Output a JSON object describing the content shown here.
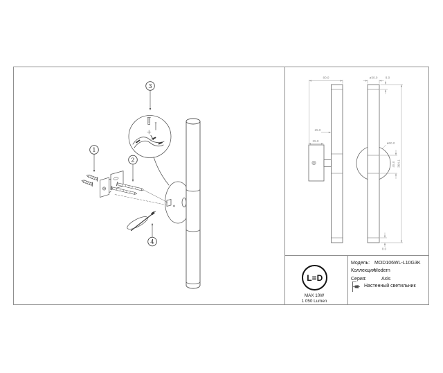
{
  "assembly": {
    "balloons": [
      {
        "num": "1"
      },
      {
        "num": "2"
      },
      {
        "num": "3"
      },
      {
        "num": "4"
      }
    ]
  },
  "dims": {
    "side_width": "80.0",
    "tube_diameter": "ø30.0",
    "top_cap": "8.0",
    "arm_offset": "25.0",
    "plate_width": "35.0",
    "canopy_diameter": "ø60.0",
    "hub_height": "45.0",
    "total_height": "364.1",
    "bottom_cap": "8.0"
  },
  "spec": {
    "led": {
      "l": "L",
      "e": "≡",
      "d": "D",
      "max_power": "MAX 10W",
      "lumen": "1 050 Lumen"
    },
    "model_label": "Модель:",
    "model_value": "MOD106WL-L10G3K",
    "collection_label": "Коллекция:",
    "collection_value": "Modern",
    "series_label": "Серия:",
    "series_value": "Axis",
    "type_value": "Настенный светильник"
  }
}
